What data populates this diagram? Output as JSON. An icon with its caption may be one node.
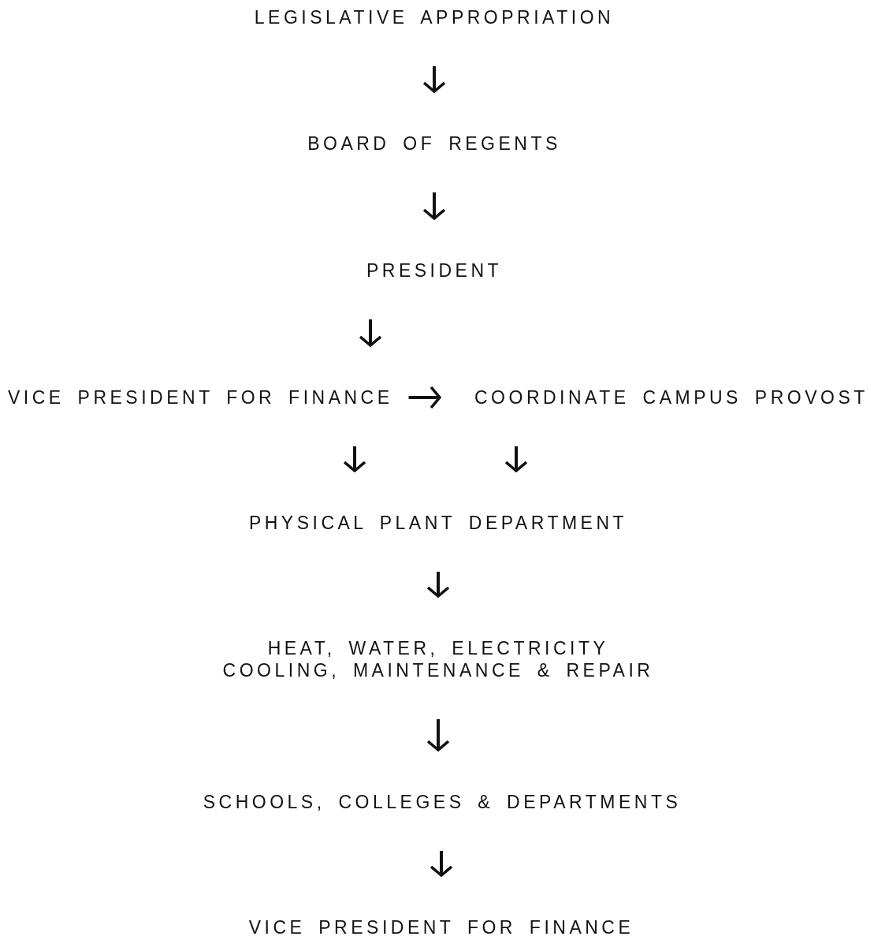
{
  "diagram": {
    "nodes": [
      {
        "text": [
          "LEGISLATIVE APPROPRIATION"
        ]
      },
      {
        "text": [
          "BOARD OF REGENTS"
        ]
      },
      {
        "text": [
          "PRESIDENT"
        ]
      },
      {
        "text": [
          "VICE PRESIDENT FOR FINANCE"
        ]
      },
      {
        "text": [
          "COORDINATE CAMPUS PROVOST"
        ]
      },
      {
        "text": [
          "PHYSICAL PLANT DEPARTMENT"
        ]
      },
      {
        "text": [
          "HEAT, WATER, ELECTRICITY COOLING, MAINTENANCE & REPAIR"
        ]
      },
      {
        "text": [
          "SCHOOLS, COLLEGES & DEPARTMENTS"
        ]
      },
      {
        "text": [
          "VICE PRESIDENT FOR FINANCE"
        ]
      }
    ],
    "edges": [
      {
        "from": 0,
        "to": 1,
        "arrow": "to"
      },
      {
        "from": 1,
        "to": 2,
        "arrow": "to"
      },
      {
        "from": 2,
        "to": 3,
        "arrow": "to"
      },
      {
        "from": 3,
        "to": 4,
        "arrow": "to"
      },
      {
        "from": 3,
        "to": 5,
        "arrow": "to"
      },
      {
        "from": 4,
        "to": 5,
        "arrow": "to"
      },
      {
        "from": 5,
        "to": 6,
        "arrow": "to"
      },
      {
        "from": 6,
        "to": 7,
        "arrow": "to"
      },
      {
        "from": 7,
        "to": 8,
        "arrow": "to"
      }
    ]
  }
}
